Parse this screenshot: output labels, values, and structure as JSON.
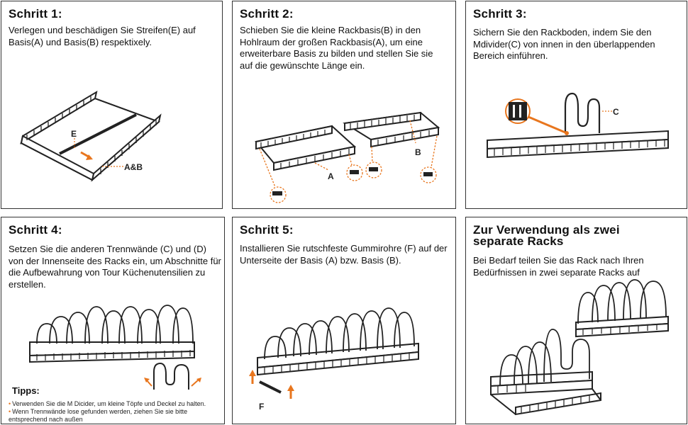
{
  "steps": [
    {
      "title": "Schritt 1:",
      "text": "Verlegen und beschädigen Sie Streifen(E) auf Basis(A) und Basis(B) respektixely.",
      "labels": {
        "e": "E",
        "ab": "A&B"
      }
    },
    {
      "title": "Schritt 2:",
      "text": "Schieben Sie die kleine Rackbasis(B) in den Hohlraum der großen Rackbasis(A), um eine erweiterbare Basis zu bilden und stellen Sie sie auf die gewünschte Länge ein.",
      "labels": {
        "a": "A",
        "b": "B"
      }
    },
    {
      "title": "Schritt 3:",
      "text": "Sichern Sie den Rackboden, indem Sie den Mdivider(C) von innen in den überlappenden Bereich einführen.",
      "labels": {
        "c": "C"
      }
    },
    {
      "title": "Schritt 4:",
      "text": "Setzen Sie die anderen Trennwände (C) und (D) von der Innenseite des Racks ein, um Abschnitte für die Aufbewahrung von Tour Küchenutensilien zu erstellen."
    },
    {
      "title": "Schritt 5:",
      "text": "Installieren Sie rutschfeste Gummirohre (F) auf der Unterseite der Basis (A) bzw. Basis (B).",
      "labels": {
        "f": "F"
      }
    },
    {
      "title": "Zur Verwendung als zwei separate Racks",
      "text": "Bei Bedarf teilen Sie das Rack nach Ihren Bedürfnissen in zwei separate Racks auf"
    }
  ],
  "tips": {
    "title": "Tipps:",
    "items": [
      "Verwenden Sie die M Dicider, um kleine Töpfe und Deckel zu halten.",
      "Wenn Trennwände lose gefunden werden, ziehen Sie sie bitte entsprechend nach außen"
    ]
  },
  "colors": {
    "accent": "#e8761e",
    "line": "#222222",
    "border": "#333333"
  }
}
